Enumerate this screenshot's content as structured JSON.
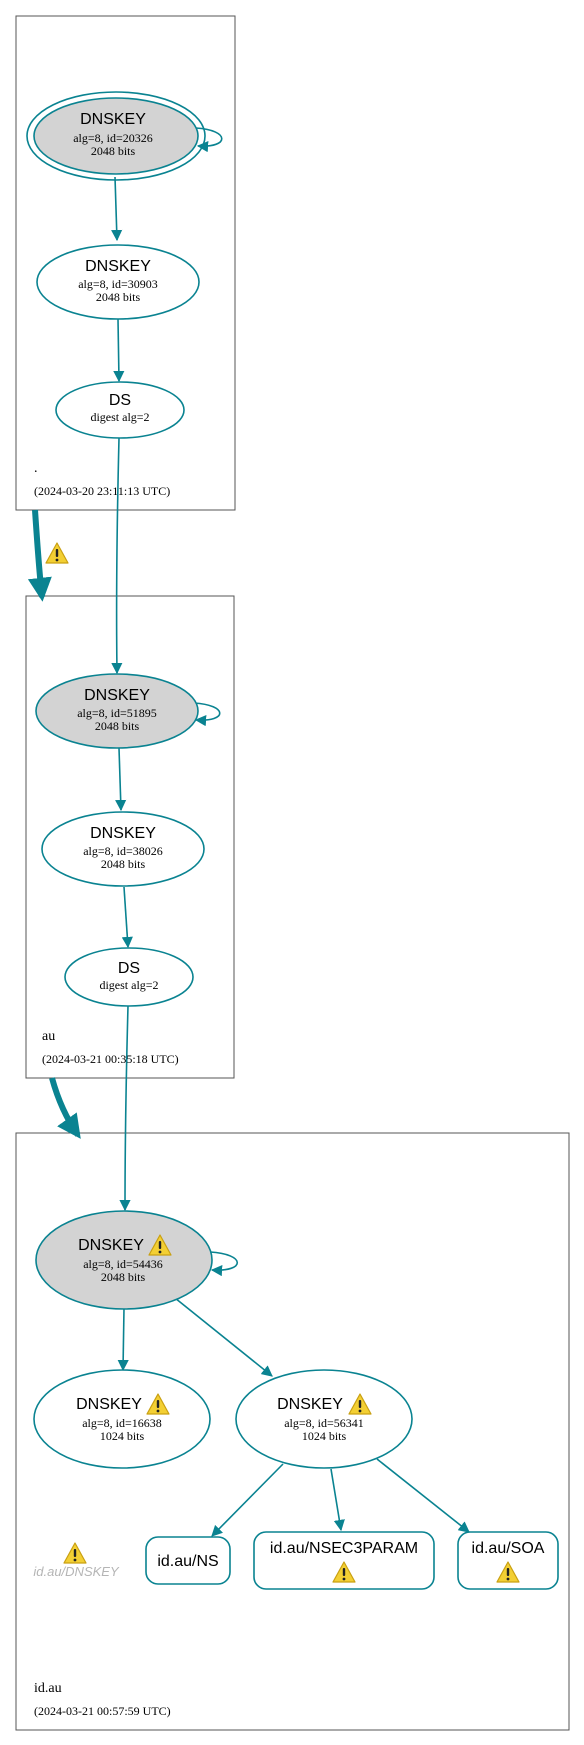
{
  "colors": {
    "edge": "#0a8391",
    "node_stroke": "#0a8391",
    "ksk_fill": "#d3d3d3",
    "zone_border": "#555555",
    "warn_fill": "#f3cf33",
    "warn_stroke": "#c9a012",
    "ghost_text": "#b5b5b5"
  },
  "icons": {
    "warning": "warning-triangle-icon"
  },
  "zones": {
    "root": {
      "name": ".",
      "timestamp": "(2024-03-20 23:11:13 UTC)"
    },
    "au": {
      "name": "au",
      "timestamp": "(2024-03-21 00:35:18 UTC)"
    },
    "idau": {
      "name": "id.au",
      "timestamp": "(2024-03-21 00:57:59 UTC)"
    }
  },
  "nodes": {
    "root_ksk": {
      "title": "DNSKEY",
      "line1": "alg=8, id=20326",
      "line2": "2048 bits"
    },
    "root_zsk": {
      "title": "DNSKEY",
      "line1": "alg=8, id=30903",
      "line2": "2048 bits"
    },
    "root_ds": {
      "title": "DS",
      "line1": "digest alg=2"
    },
    "au_ksk": {
      "title": "DNSKEY",
      "line1": "alg=8, id=51895",
      "line2": "2048 bits"
    },
    "au_zsk": {
      "title": "DNSKEY",
      "line1": "alg=8, id=38026",
      "line2": "2048 bits"
    },
    "au_ds": {
      "title": "DS",
      "line1": "digest alg=2"
    },
    "idau_ksk": {
      "title": "DNSKEY",
      "line1": "alg=8, id=54436",
      "line2": "2048 bits",
      "warning": true
    },
    "idau_zsk1": {
      "title": "DNSKEY",
      "line1": "alg=8, id=16638",
      "line2": "1024 bits",
      "warning": true
    },
    "idau_zsk2": {
      "title": "DNSKEY",
      "line1": "alg=8, id=56341",
      "line2": "1024 bits",
      "warning": true
    },
    "rr_ns": {
      "label": "id.au/NS"
    },
    "rr_nsec3param": {
      "label": "id.au/NSEC3PARAM",
      "warning": true
    },
    "rr_soa": {
      "label": "id.au/SOA",
      "warning": true
    },
    "ghost_dnskey": {
      "label": "id.au/DNSKEY",
      "warning": true
    }
  },
  "delegations": {
    "root_to_au": {
      "warning": true
    },
    "au_to_idau": {
      "warning": false
    }
  }
}
